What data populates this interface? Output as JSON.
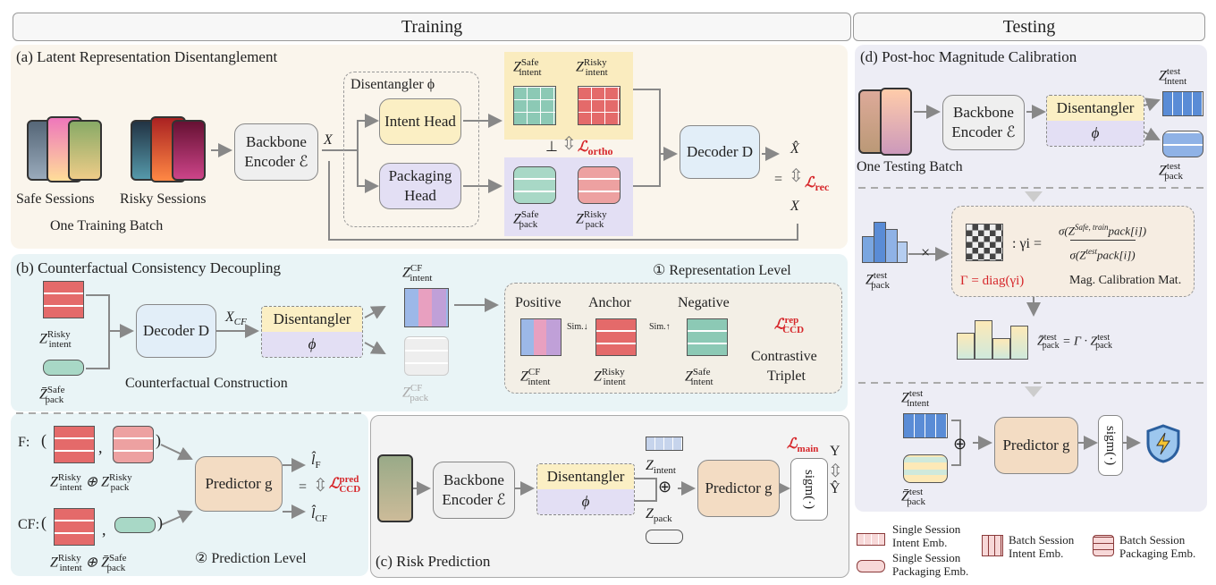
{
  "headers": {
    "training": "Training",
    "testing": "Testing"
  },
  "panel_a": {
    "title": "(a) Latent Representation Disentanglement",
    "safe_sessions": "Safe Sessions",
    "risky_sessions": "Risky Sessions",
    "batch_caption": "One Training Batch",
    "backbone": "Backbone Encoder ℰ",
    "x": "X",
    "disentangler_title": "Disentangler ϕ",
    "intent_head": "Intent Head",
    "packaging_head": "Packaging Head",
    "z_intent_safe": "Z",
    "ortho_loss": "ℒortho",
    "perp": "⊥",
    "decoder": "Decoder D",
    "x_hat": "X̂",
    "rec_loss": "ℒrec",
    "x_out": "X",
    "eq": "="
  },
  "panel_b": {
    "title": "(b) Counterfactual Consistency Decoupling",
    "decoder": "Decoder D",
    "xcf": "XCF",
    "disentangler_top": "Disentangler",
    "disentangler_bot": "ϕ",
    "cf_construction": "Counterfactual Construction",
    "rep_level": "① Representation Level",
    "positive": "Positive",
    "anchor": "Anchor",
    "negative": "Negative",
    "sim_down": "Sim.↓",
    "sim_up": "Sim.↑",
    "ccd_loss": "ℒCCD",
    "contrastive": "Contrastive",
    "triplet": "Triplet",
    "f_label": "F:",
    "cf_label": "CF:",
    "predictor": "Predictor g",
    "l_f": "l̂F",
    "l_cf": "l̂CF",
    "pred_loss": "ℒCCD",
    "pred_level": "② Prediction Level",
    "eq": "="
  },
  "panel_c": {
    "title": "(c) Risk Prediction",
    "backbone": "Backbone Encoder ℰ",
    "disentangler_top": "Disentangler",
    "disentangler_bot": "ϕ",
    "z_intent": "Zintent",
    "z_pack": "Zpack",
    "predictor": "Predictor g",
    "sigm": "sigm(·)",
    "main_loss": "ℒmain",
    "y": "Y",
    "y_hat": "Ŷ"
  },
  "panel_d": {
    "title": "(d) Post-hoc Magnitude Calibration",
    "backbone": "Backbone Encoder ℰ",
    "disentangler_top": "Disentangler",
    "disentangler_bot": "ϕ",
    "caption": "One Testing Batch",
    "times": "×",
    "gamma_formula": ": γi =",
    "gamma_def": "Γ = diag(γi)",
    "mag_mat": "Mag. Calibration Mat.",
    "calib_eq": "Z̄test pack = Γ · Ztest pack",
    "predictor": "Predictor g",
    "sigm": "sigm(·)"
  },
  "legend": {
    "single_intent": "Single Session Intent Emb.",
    "single_pack": "Single Session Packaging Emb.",
    "batch_intent": "Batch Session Intent Emb.",
    "batch_pack": "Batch Session Packaging Emb."
  },
  "colors": {
    "panel_a_bg": "#faf5ec",
    "panel_b_bg": "#e9f4f6",
    "panel_c_bg": "#f3f3f3",
    "panel_d_bg": "#ededf5",
    "intent_head": "#fbefc4",
    "packaging_head": "#e3dff4",
    "decoder": "#e2eef8",
    "predictor": "#f3dcc3",
    "loss_red": "#d6262a"
  }
}
